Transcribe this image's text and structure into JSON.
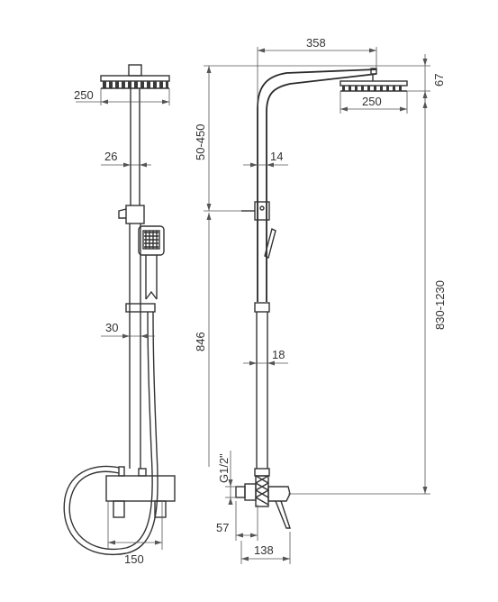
{
  "dimensions": {
    "front_head_width": "250",
    "front_rail_diameter": "26",
    "front_slider_width": "30",
    "front_mixer_width": "150",
    "arm_reach": "358",
    "head_height": "67",
    "side_head_width": "250",
    "adjust_range": "50-450",
    "side_rail_diameter": "14",
    "total_height": "830-1230",
    "lower_height": "846",
    "lower_rail_diameter": "18",
    "thread": "G1/2\"",
    "wall_offset": "57",
    "depth": "138"
  }
}
